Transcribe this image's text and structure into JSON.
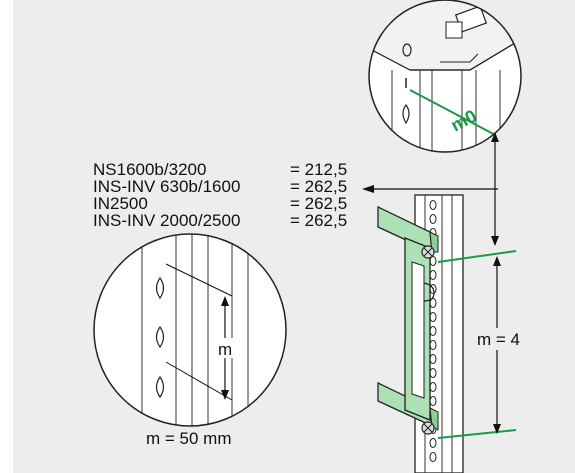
{
  "annotations": {
    "m0_label": "m0",
    "rows": [
      {
        "model": "NS1600b/3200",
        "value": "= 212,5"
      },
      {
        "model": "INS-INV 630b/1600",
        "value": "= 262,5"
      },
      {
        "model": "IN2500",
        "value": "= 262,5"
      },
      {
        "model": "INS-INV 2000/2500",
        "value": "= 262,5"
      }
    ],
    "m_step_label": "m = 4",
    "detail_m_label": "m",
    "detail_caption": "m = 50 mm"
  },
  "colors": {
    "panel_bg": "#ededed",
    "bracket_green": "#aee0b6",
    "guide_green": "#1a9a46"
  }
}
